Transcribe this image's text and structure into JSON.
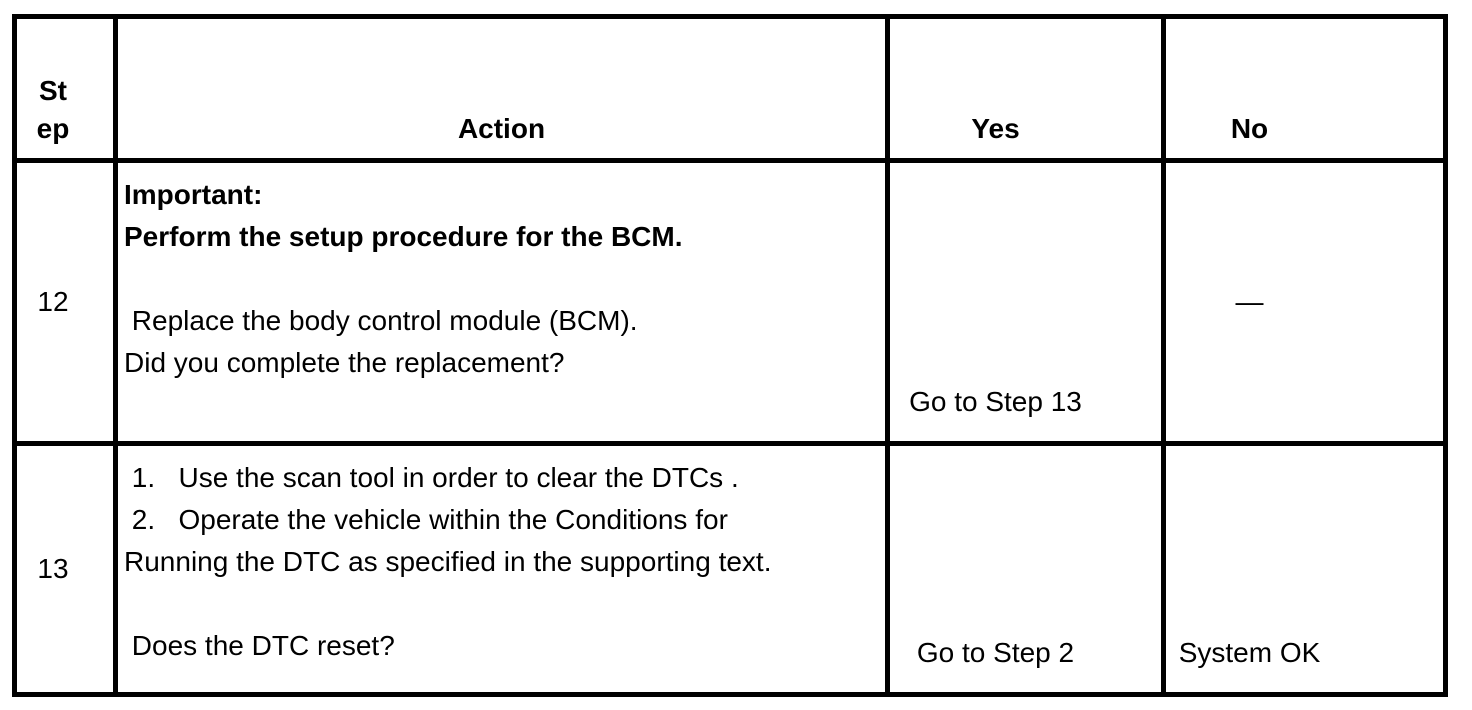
{
  "table": {
    "headers": {
      "step": "St\nep",
      "action": "Action",
      "yes": "Yes",
      "no": "No"
    },
    "rows": [
      {
        "step": "12",
        "action_important": "Important:\nPerform the setup procedure for the BCM.",
        "action_body": "\n Replace the body control module (BCM).\nDid you complete the replacement?",
        "yes": "Go to Step 13",
        "no": "—"
      },
      {
        "step": "13",
        "action_body": " 1.   Use the scan tool in order to clear the DTCs .\n 2.   Operate the vehicle within the Conditions for\nRunning the DTC as specified in the supporting text.\n\n Does the DTC reset?",
        "yes": "Go to Step 2",
        "no": "System OK"
      }
    ]
  }
}
